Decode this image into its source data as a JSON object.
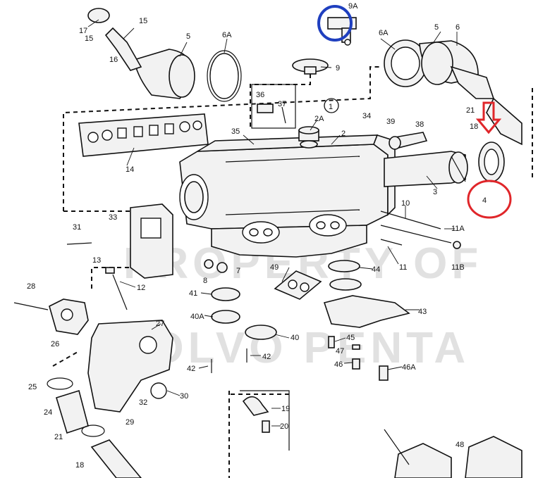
{
  "watermark": [
    "PROPERTY OF",
    "VOLVO PENTA"
  ],
  "circled_label": "1",
  "annotations": {
    "blue_circle_color": "#1f3fbf",
    "red_circle_color": "#e0262a",
    "red_arrow_color": "#e0262a",
    "red_circle_target": "4",
    "blue_circle_target": "9A"
  },
  "callouts": [
    {
      "id": "17",
      "text": "17"
    },
    {
      "id": "15a",
      "text": "15"
    },
    {
      "id": "15b",
      "text": "15"
    },
    {
      "id": "16",
      "text": "16"
    },
    {
      "id": "5a",
      "text": "5"
    },
    {
      "id": "6Aa",
      "text": "6A"
    },
    {
      "id": "9A",
      "text": "9A"
    },
    {
      "id": "9",
      "text": "9"
    },
    {
      "id": "6Ab",
      "text": "6A"
    },
    {
      "id": "5b",
      "text": "5"
    },
    {
      "id": "6",
      "text": "6"
    },
    {
      "id": "36",
      "text": "36"
    },
    {
      "id": "37",
      "text": "37"
    },
    {
      "id": "2A",
      "text": "2A"
    },
    {
      "id": "34",
      "text": "34"
    },
    {
      "id": "21a",
      "text": "21"
    },
    {
      "id": "18a",
      "text": "18"
    },
    {
      "id": "39",
      "text": "39"
    },
    {
      "id": "38",
      "text": "38"
    },
    {
      "id": "35",
      "text": "35"
    },
    {
      "id": "2",
      "text": "2"
    },
    {
      "id": "14",
      "text": "14"
    },
    {
      "id": "3",
      "text": "3"
    },
    {
      "id": "4",
      "text": "4"
    },
    {
      "id": "33",
      "text": "33"
    },
    {
      "id": "31",
      "text": "31"
    },
    {
      "id": "10",
      "text": "10"
    },
    {
      "id": "11A",
      "text": "11A"
    },
    {
      "id": "11B",
      "text": "11B"
    },
    {
      "id": "11",
      "text": "11"
    },
    {
      "id": "13",
      "text": "13"
    },
    {
      "id": "7",
      "text": "7"
    },
    {
      "id": "8",
      "text": "8"
    },
    {
      "id": "49",
      "text": "49"
    },
    {
      "id": "44",
      "text": "44"
    },
    {
      "id": "28",
      "text": "28"
    },
    {
      "id": "12",
      "text": "12"
    },
    {
      "id": "41",
      "text": "41"
    },
    {
      "id": "43",
      "text": "43"
    },
    {
      "id": "40A",
      "text": "40A"
    },
    {
      "id": "27",
      "text": "27"
    },
    {
      "id": "26",
      "text": "26"
    },
    {
      "id": "40",
      "text": "40"
    },
    {
      "id": "45",
      "text": "45"
    },
    {
      "id": "47",
      "text": "47"
    },
    {
      "id": "42a",
      "text": "42"
    },
    {
      "id": "42b",
      "text": "42"
    },
    {
      "id": "46",
      "text": "46"
    },
    {
      "id": "46A",
      "text": "46A"
    },
    {
      "id": "25",
      "text": "25"
    },
    {
      "id": "30",
      "text": "30"
    },
    {
      "id": "32",
      "text": "32"
    },
    {
      "id": "19",
      "text": "19"
    },
    {
      "id": "24",
      "text": "24"
    },
    {
      "id": "20",
      "text": "20"
    },
    {
      "id": "29",
      "text": "29"
    },
    {
      "id": "21b",
      "text": "21"
    },
    {
      "id": "18b",
      "text": "18"
    },
    {
      "id": "48",
      "text": "48"
    }
  ]
}
